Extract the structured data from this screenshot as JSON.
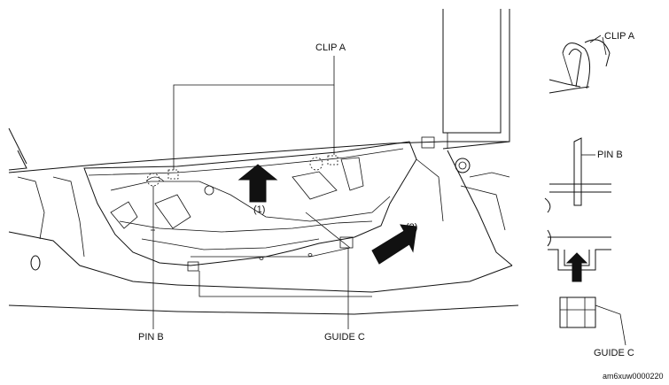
{
  "labels": {
    "clip_a_top": "CLIP A",
    "pin_b_bottom": "PIN B",
    "guide_c_bottom": "GUIDE C",
    "step_1": "(1)",
    "step_2": "(2)",
    "detail_clip_a": "CLIP A",
    "detail_pin_b": "PIN B",
    "detail_guide_c": "GUIDE C",
    "figure_code": "am6xuw0000220"
  }
}
